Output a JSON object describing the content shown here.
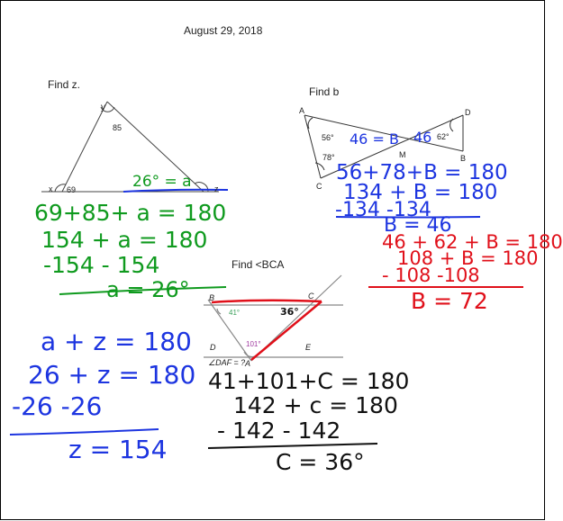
{
  "date": "August 29, 2018",
  "problems": {
    "find_z": {
      "title": "Find z.",
      "angle_labels": {
        "y": "y",
        "top": "85",
        "x": "x",
        "left": "69",
        "z": "z"
      },
      "work": {
        "a_eq": "26° = a",
        "line1": "69+85+ a = 180",
        "line2": "154 + a = 180",
        "line3": "-154      - 154",
        "line4": "a =    26°",
        "line5": "a + z = 180",
        "line6": "26 + z = 180",
        "line7": "-26        -26",
        "line8": "z = 154"
      }
    },
    "find_b": {
      "title": "Find b",
      "vertex_labels": {
        "A": "A",
        "B": "B",
        "C": "C",
        "D": "D",
        "M": "M"
      },
      "angle_labels": {
        "a56": "56°",
        "a78": "78°",
        "a62": "62°"
      },
      "annotations": {
        "b46_left": "46 = B",
        "b46_right": "46"
      },
      "work_blue": {
        "line1": "56+78+B = 180",
        "line2": "134 + B = 180",
        "line3": "-134      -134",
        "line4": "B = 46"
      },
      "work_red": {
        "line1": "46 + 62 + B = 180",
        "line2": "108 + B = 180",
        "line3": "- 108        -108",
        "line4": "B =  72"
      }
    },
    "find_bca": {
      "title": "Find <BCA",
      "vertex_labels": {
        "B": "B",
        "C": "C",
        "D": "D",
        "E": "E",
        "A": "A"
      },
      "angle_labels": {
        "a41": "41°",
        "a101": "101°",
        "daf": "∠DAF = ?"
      },
      "annotation_36": "36°",
      "work": {
        "line1": "41+101+C = 180",
        "line2": "142 + c = 180",
        "line3": "- 142      - 142",
        "line4": "C = 36°"
      }
    }
  },
  "colors": {
    "green": "#0f9a1e",
    "blue": "#1d35e0",
    "red": "#e0101a"
  }
}
